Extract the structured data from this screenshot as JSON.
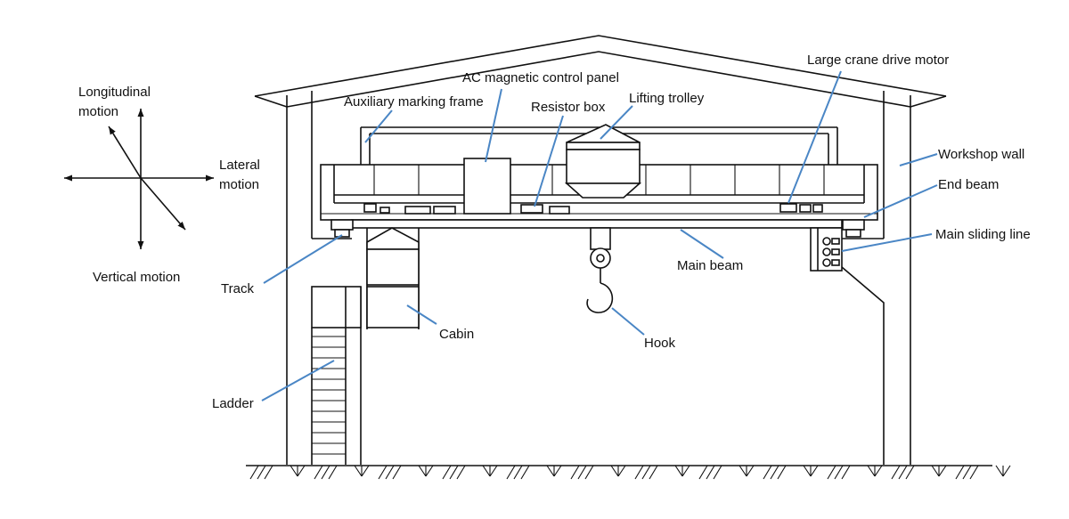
{
  "diagram": {
    "motion_labels": {
      "longitudinal_line1": "Longitudinal",
      "longitudinal_line2": "motion",
      "lateral_line1": "Lateral",
      "lateral_line2": "motion",
      "vertical": "Vertical motion"
    },
    "labels": {
      "ac_panel": "AC magnetic control panel",
      "aux_frame": "Auxiliary marking frame",
      "resistor_box": "Resistor box",
      "lifting_trolley": "Lifting trolley",
      "drive_motor": "Large crane drive motor",
      "workshop_wall": "Workshop wall",
      "end_beam": "End beam",
      "main_sliding_line": "Main sliding line",
      "main_beam": "Main beam",
      "track": "Track",
      "cabin": "Cabin",
      "hook": "Hook",
      "ladder": "Ladder"
    },
    "colors": {
      "line": "#111111",
      "leader": "#4a86c5",
      "background": "#ffffff"
    }
  }
}
